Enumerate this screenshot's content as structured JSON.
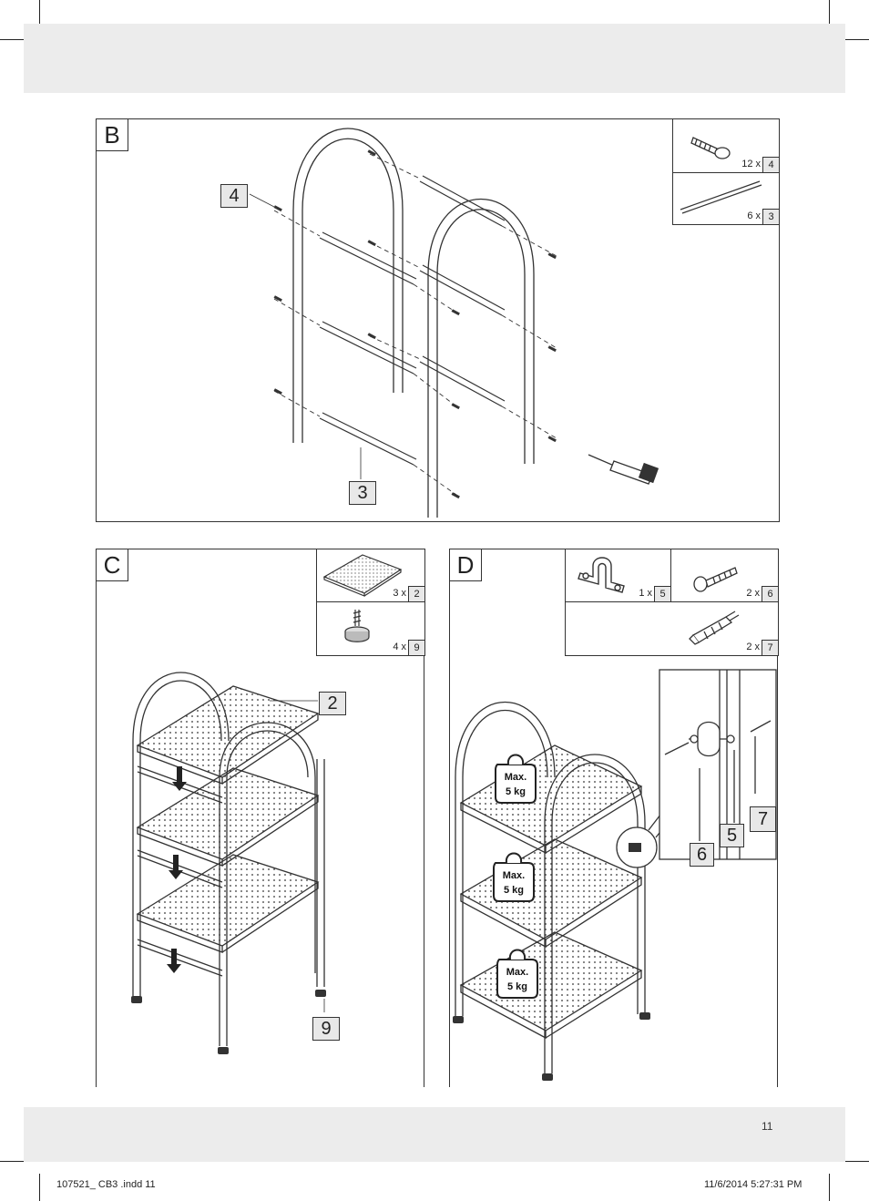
{
  "panels": {
    "b": {
      "label": "B",
      "parts": [
        {
          "qty": "12 x",
          "num": "4",
          "icon": "screw-icon"
        },
        {
          "qty": "6 x",
          "num": "3",
          "icon": "rod-icon"
        }
      ],
      "callouts": [
        "4",
        "3"
      ]
    },
    "c": {
      "label": "C",
      "parts": [
        {
          "qty": "3 x",
          "num": "2",
          "icon": "perforated-shelf-icon"
        },
        {
          "qty": "4 x",
          "num": "9",
          "icon": "adjustable-foot-icon"
        }
      ],
      "callouts": [
        "2",
        "9"
      ]
    },
    "d": {
      "label": "D",
      "parts": [
        {
          "qty": "1 x",
          "num": "5",
          "icon": "pipe-clamp-icon"
        },
        {
          "qty": "2 x",
          "num": "6",
          "icon": "wall-screw-icon"
        },
        {
          "qty": "2 x",
          "num": "7",
          "icon": "wall-plug-icon"
        }
      ],
      "callouts": [
        "6",
        "5",
        "7"
      ],
      "weight_tags": [
        {
          "line1": "Max.",
          "line2": "5 kg"
        },
        {
          "line1": "Max.",
          "line2": "5 kg"
        },
        {
          "line1": "Max.",
          "line2": "5 kg"
        }
      ]
    }
  },
  "footer": {
    "page_number": "11",
    "slug_left": "107521_ CB3 .indd   11",
    "slug_right": "11/6/2014   5:27:31 PM"
  }
}
